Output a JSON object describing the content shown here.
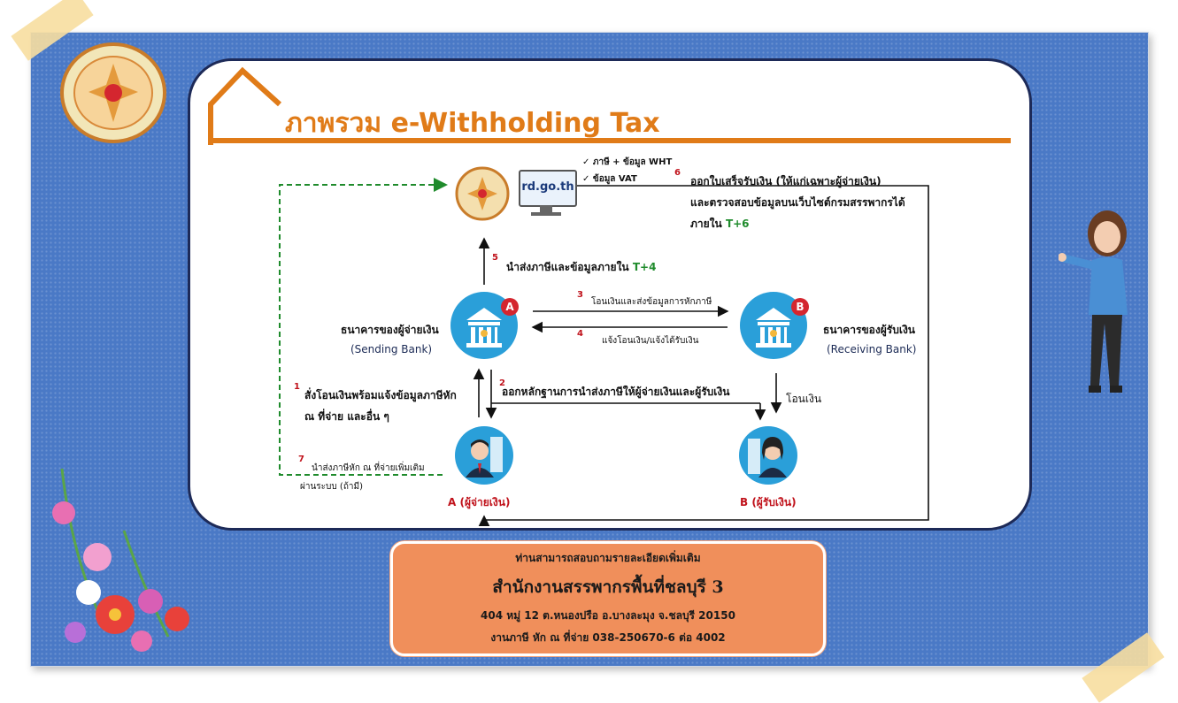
{
  "title": "ภาพรวม e-Withholding Tax",
  "website": "rd.go.th",
  "checks": [
    "ภาษี + ข้อมูล WHT",
    "ข้อมูล VAT"
  ],
  "steps": {
    "s1_num": "1",
    "s1_line1": "สั่งโอนเงินพร้อมแจ้งข้อมูลภาษีหัก",
    "s1_line2": "ณ ที่จ่าย และอื่น ๆ",
    "s2_num": "2",
    "s2_text": "ออกหลักฐานการนำส่งภาษีให้ผู้จ่ายเงินและผู้รับเงิน",
    "s3_num": "3",
    "s3_text": "โอนเงินและส่งข้อมูลการหักภาษี",
    "s4_num": "4",
    "s4_text": "แจ้งโอนเงิน/แจ้งได้รับเงิน",
    "s5_num": "5",
    "s5_text": "นำส่งภาษีและข้อมูลภายใน",
    "s5_deadline": "T+4",
    "s6_num": "6",
    "s6_line1": "ออกใบเสร็จรับเงิน (ให้แก่เฉพาะผู้จ่ายเงิน)",
    "s6_line2": "และตรวจสอบข้อมูลบนเว็บไซต์กรมสรรพากรได้",
    "s6_line3": "ภายใน",
    "s6_deadline": "T+6",
    "s7_num": "7",
    "s7_line1": "นำส่งภาษีหัก ณ ที่จ่ายเพิ่มเติม",
    "s7_line2": "ผ่านระบบ (ถ้ามี)",
    "transfer": "โอนเงิน"
  },
  "sending_bank": {
    "badge": "A",
    "th": "ธนาคารของผู้จ่ายเงิน",
    "en": "(Sending Bank)"
  },
  "receiving_bank": {
    "badge": "B",
    "th": "ธนาคารของผู้รับเงิน",
    "en": "(Receiving Bank)"
  },
  "payer": "A (ผู้จ่ายเงิน)",
  "payee": "B (ผู้รับเงิน)",
  "contact": {
    "line1": "ท่านสามารถสอบถามรายละเอียดเพิ่มเติม",
    "office": "สำนักงานสรรพากรพื้นที่ชลบุรี 3",
    "address": "404 หมู่ 12 ต.หนองปรือ อ.บางละมุง จ.ชลบุรี 20150",
    "phone": "งานภาษี หัก ณ ที่จ่าย 038-250670-6  ต่อ 4002"
  },
  "colors": {
    "frame": "#4a79c6",
    "title": "#e07b18",
    "step_number": "#c0121b",
    "deadline": "#1f8b2c",
    "info_box": "#f08f5b",
    "bank_circle": "#2a9fd9"
  }
}
